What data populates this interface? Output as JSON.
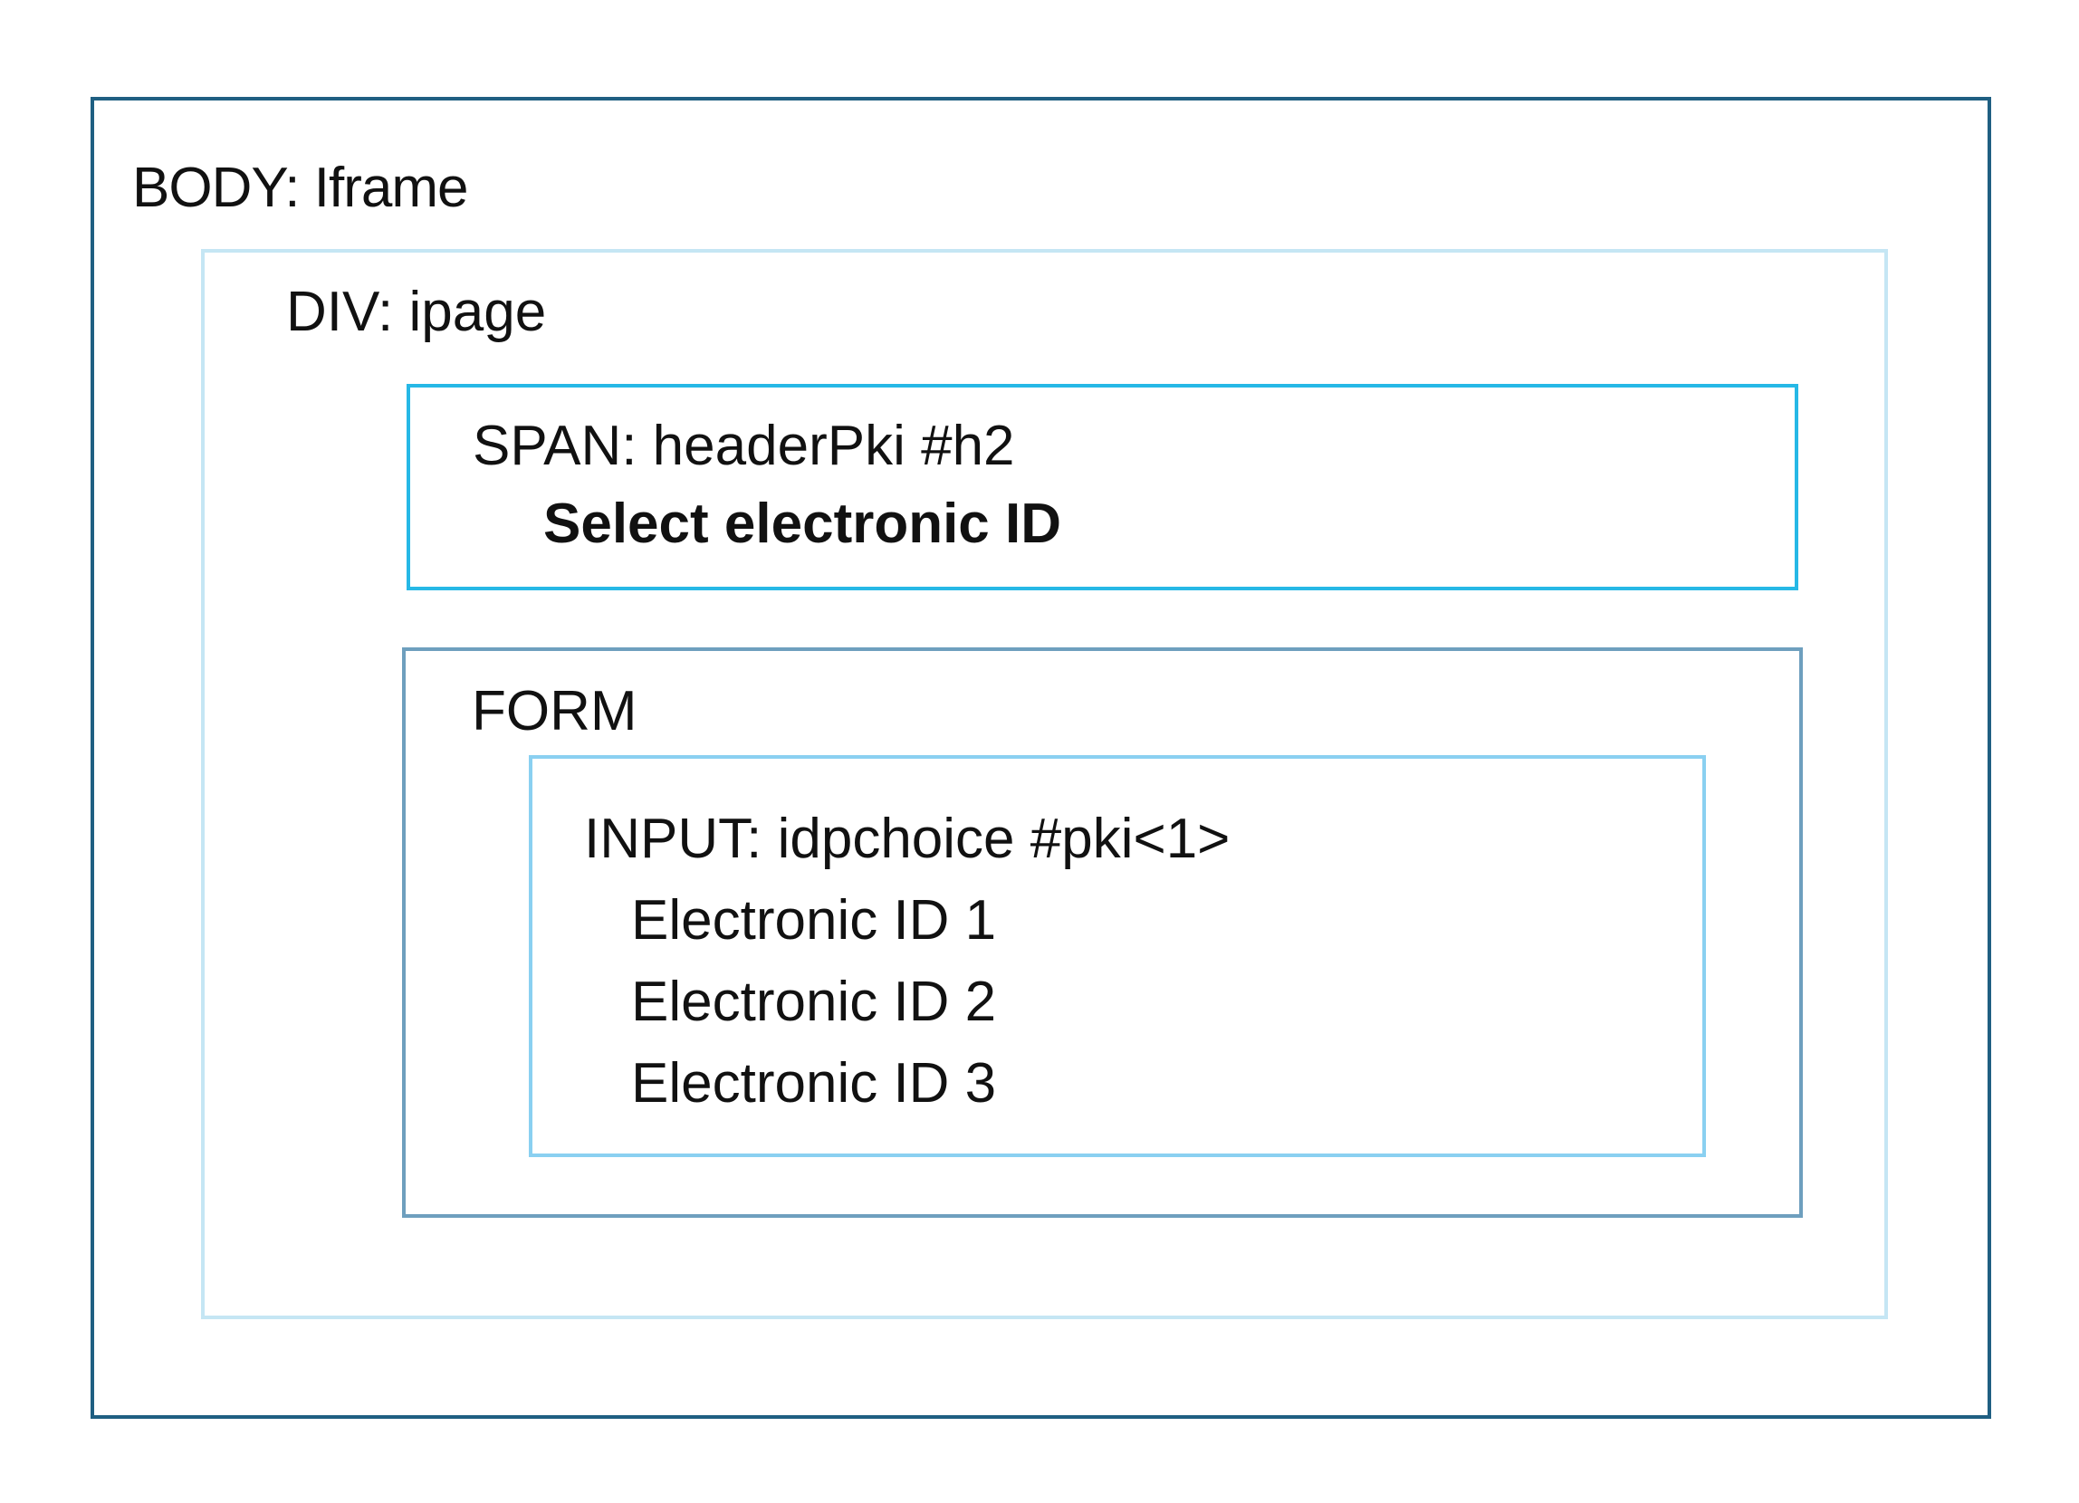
{
  "diagram": {
    "body_box": {
      "label": "BODY: Iframe",
      "border_color": "#1f5f82"
    },
    "div_box": {
      "label": "DIV: ipage",
      "border_color": "#c5e6f4"
    },
    "span_box": {
      "label": "SPAN: headerPki #h2",
      "heading": "Select electronic ID",
      "border_color": "#26b8e6"
    },
    "form_box": {
      "label": "FORM",
      "border_color": "#6e9fbe"
    },
    "input_box": {
      "label": "INPUT: idpchoice #pki<1>",
      "choices": [
        "Electronic ID 1",
        "Electronic ID 2",
        "Electronic ID 3"
      ],
      "border_color": "#8ad0f1"
    }
  }
}
